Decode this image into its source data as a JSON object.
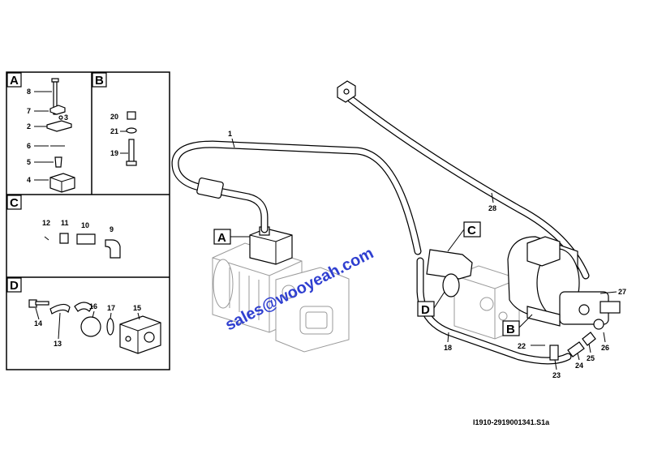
{
  "inset_boxes": {
    "A": {
      "letter": "A",
      "parts": [
        "8",
        "7",
        "3",
        "2",
        "6",
        "5",
        "4"
      ]
    },
    "B": {
      "letter": "B",
      "parts": [
        "20",
        "21",
        "19"
      ]
    },
    "C": {
      "letter": "C",
      "parts": [
        "12",
        "11",
        "10",
        "9"
      ]
    },
    "D": {
      "letter": "D",
      "parts": [
        "14",
        "16",
        "17",
        "15",
        "13"
      ]
    }
  },
  "main_callouts": {
    "hose_1": "1",
    "hose_28": "28",
    "hose_18": "18",
    "part_27": "27",
    "part_22": "22",
    "part_23": "23",
    "part_24": "24",
    "part_25": "25",
    "part_26": "26"
  },
  "view_markers": [
    "A",
    "B",
    "C",
    "D"
  ],
  "watermark": "sales@wooyeah.com",
  "drawing_code": "I1910-2919001341.S1a",
  "colors": {
    "line": "#000000",
    "watermark": "#2f3fd0",
    "background": "#ffffff"
  }
}
